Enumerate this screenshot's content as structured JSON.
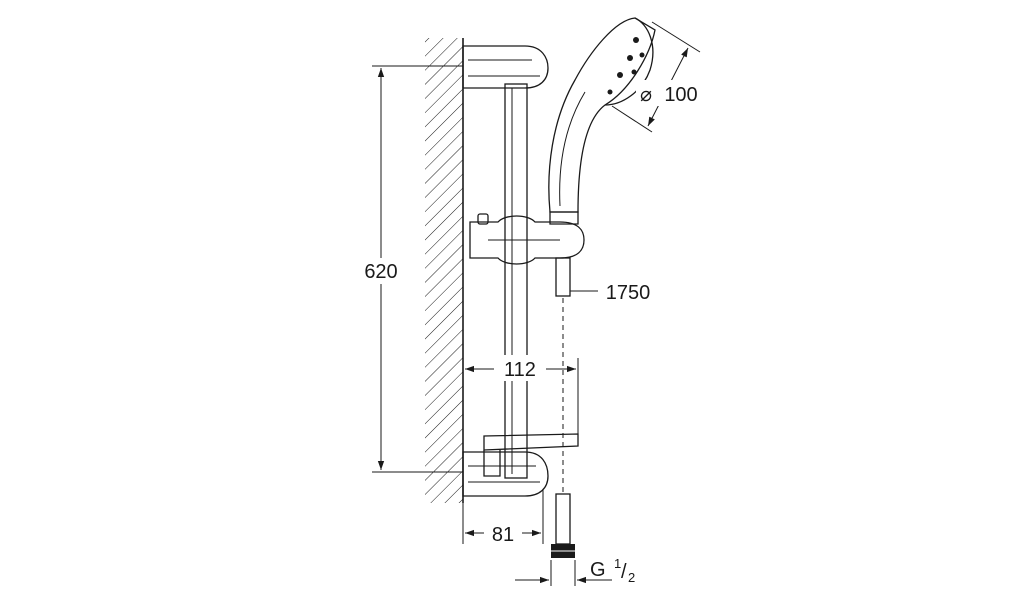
{
  "dimensions": {
    "rail_height": "620",
    "hand_shower_diameter_symbol": "⌀",
    "hand_shower_diameter": "100",
    "hose_length": "1750",
    "projection_depth": "112",
    "wall_offset": "81",
    "thread_prefix": "G",
    "thread_numerator": "1",
    "thread_denominator": "2"
  }
}
